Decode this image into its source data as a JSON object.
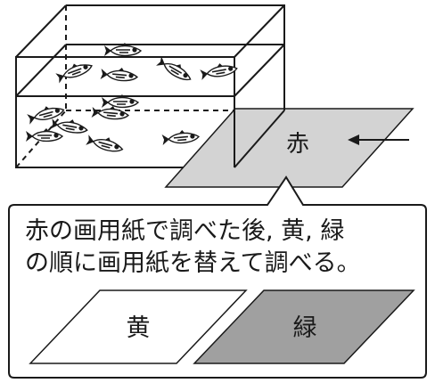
{
  "tank": {
    "paper_label": "赤"
  },
  "callout": {
    "lines": [
      "赤の画用紙で調べた後, 黄, 緑",
      "の順に画用紙を替えて調べる。"
    ]
  },
  "papers": [
    {
      "label": "黄",
      "fill": "#ffffff"
    },
    {
      "label": "緑",
      "fill": "#a0a0a0"
    }
  ],
  "colors": {
    "red_paper_fill": "#d3d3d3",
    "green_paper_fill": "#a0a0a0",
    "stroke": "#1a1a1a"
  }
}
